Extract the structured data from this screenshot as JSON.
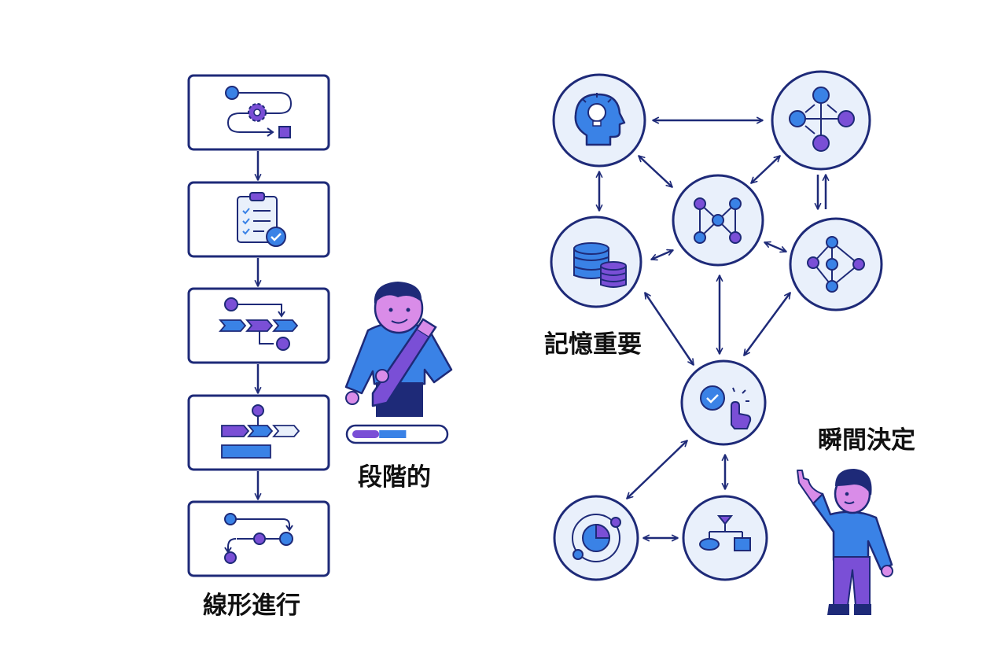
{
  "labels": {
    "linear": "線形進行",
    "stepwise": "段階的",
    "memory": "記憶重要",
    "instant": "瞬間決定"
  },
  "colors": {
    "navy": "#1e2a78",
    "blue": "#3a82e6",
    "blue_light": "#e9f0fb",
    "purple": "#7a4fd6",
    "skin": "#d98ce8",
    "bg": "#ffffff"
  },
  "progress_bar": {
    "fill_purple": 0.3,
    "fill_blue": 0.3
  },
  "linear_steps": [
    {
      "id": "process-start-icon"
    },
    {
      "id": "checklist-icon"
    },
    {
      "id": "pipeline-flow-icon"
    },
    {
      "id": "gantt-plan-icon"
    },
    {
      "id": "route-path-icon"
    }
  ],
  "network_nodes": [
    {
      "id": "idea-head-icon"
    },
    {
      "id": "flow-hub-icon"
    },
    {
      "id": "network-graph-icon"
    },
    {
      "id": "database-icon"
    },
    {
      "id": "node-graph-icon"
    },
    {
      "id": "decision-click-icon"
    },
    {
      "id": "orbit-timer-icon"
    },
    {
      "id": "flowchart-icon"
    }
  ]
}
